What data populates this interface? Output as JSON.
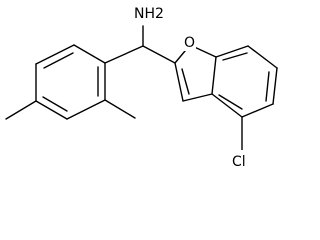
{
  "molecule": {
    "labels": {
      "amine": "NH2",
      "oxygen": "O",
      "chlorine": "Cl"
    },
    "colors": {
      "bond": "#000000",
      "background": "#ffffff"
    }
  }
}
